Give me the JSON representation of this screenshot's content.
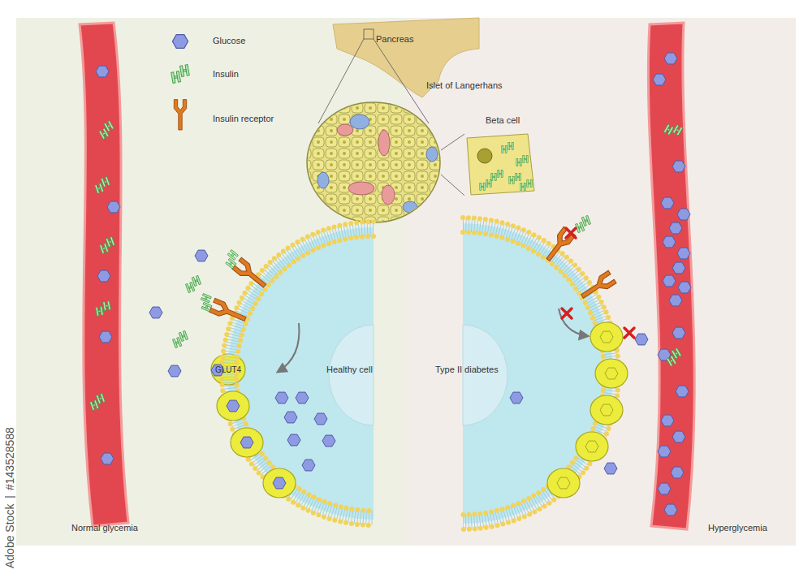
{
  "diagram": {
    "nodes": [
      {
        "text": [
          "Normal glycemia"
        ]
      },
      {
        "text": [
          "Hyperglycemia"
        ]
      },
      {
        "text": [
          "Pancreas"
        ]
      },
      {
        "text": [
          "Islet of Langerhans"
        ]
      },
      {
        "text": [
          "Beta cell"
        ]
      },
      {
        "text": [
          "Healthy cell"
        ],
        "in": 0
      },
      {
        "text": [
          "GLUT4"
        ],
        "in": 5
      },
      {
        "text": [
          "Type II diabetes"
        ],
        "in": 1
      }
    ],
    "edges": [
      {
        "from": 3,
        "to": 4,
        "arrow": "none"
      }
    ],
    "labels": [
      "Adobe Stock",
      "#143528588"
    ],
    "legend": [
      {
        "text": "Glucose"
      },
      {
        "text": "Insulin"
      },
      {
        "text": "Insulin receptor"
      }
    ]
  }
}
